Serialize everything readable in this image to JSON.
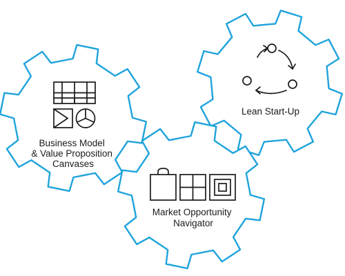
{
  "gears": [
    {
      "id": "bm",
      "label_lines": [
        "Business Model",
        "& Value Proposition",
        "Canvases"
      ],
      "icon": "canvas-icon"
    },
    {
      "id": "ls",
      "label_lines": [
        "Lean Start-Up"
      ],
      "icon": "cycle-icon"
    },
    {
      "id": "mon",
      "label_lines": [
        "Market Opportunity",
        "Navigator"
      ],
      "icon": "navigator-icon"
    }
  ],
  "colors": {
    "gear_outline": "#1ea3dc",
    "icon_stroke": "#1a1a1a",
    "text": "#1a1a1a",
    "background": "#ffffff"
  }
}
